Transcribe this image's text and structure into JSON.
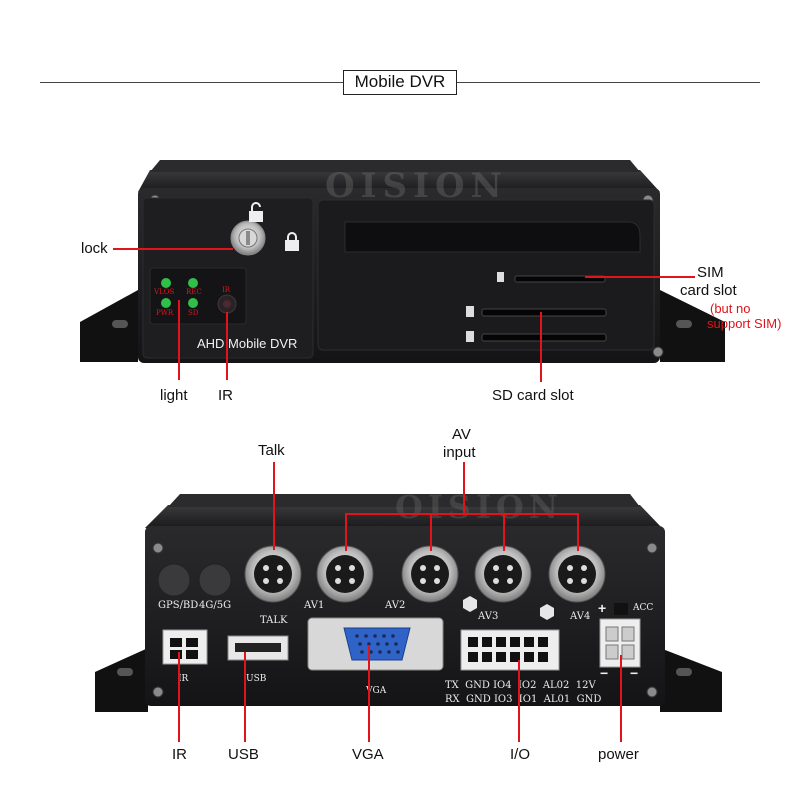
{
  "title": "Mobile DVR",
  "front": {
    "brand_watermark": "OISION",
    "model_text": "AHD Mobile DVR",
    "led_labels": [
      "VLOS",
      "REC",
      "PWR",
      "SD"
    ],
    "ir_small": "IR",
    "callouts": {
      "lock": "lock",
      "light": "light",
      "ir": "IR",
      "sim_line1": "SIM",
      "sim_line2": "card slot",
      "sim_note1": "(but no",
      "sim_note2": "support SIM)",
      "sd": "SD card slot"
    }
  },
  "back": {
    "brand_watermark": "OISION",
    "port_labels": {
      "gps": "GPS/BD",
      "g4": "4G/5G",
      "talk": "TALK",
      "av1": "AV1",
      "av2": "AV2",
      "av3": "AV3",
      "av4": "AV4",
      "acc": "ACC",
      "ir": "IR",
      "usb": "USB",
      "vga": "VGA",
      "io_row1": "TX  GND IO4  IO2  AL02  12V",
      "io_row2": "RX  GND IO3  IO1  AL01  GND",
      "plus": "+",
      "minus": "−"
    },
    "callouts": {
      "talk": "Talk",
      "av_line1": "AV",
      "av_line2": "input",
      "ir": "IR",
      "usb": "USB",
      "vga": "VGA",
      "io": "I/O",
      "power": "power"
    }
  },
  "colors": {
    "callout_line": "#e0141a",
    "device_body": "#1c1c1e",
    "led_green": "#2fbf4a",
    "vga_blue": "#2f63c8"
  }
}
